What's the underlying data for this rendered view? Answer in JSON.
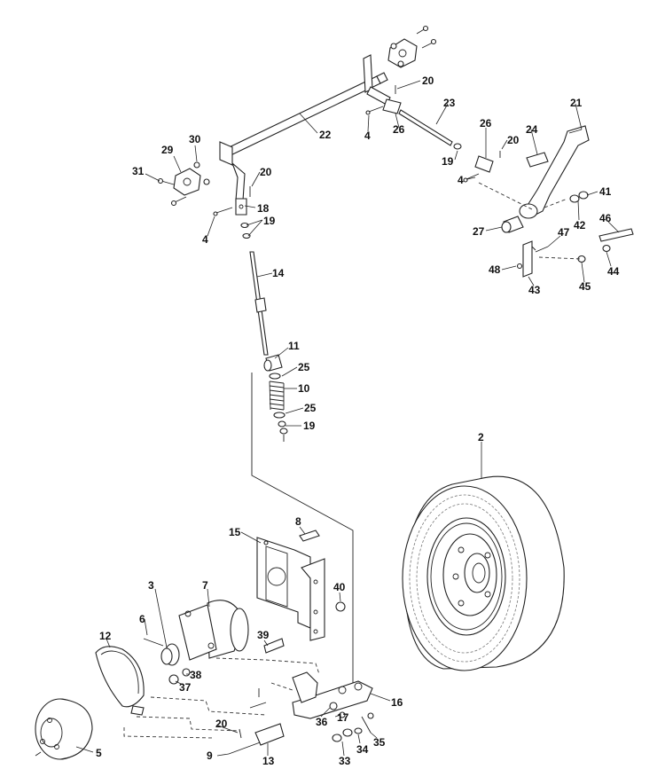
{
  "diagram": {
    "parts": [
      {
        "key": "p2",
        "number": "2"
      },
      {
        "key": "p3",
        "number": "3"
      },
      {
        "key": "p4a",
        "number": "4"
      },
      {
        "key": "p4b",
        "number": "4"
      },
      {
        "key": "p4c",
        "number": "4"
      },
      {
        "key": "p5",
        "number": "5"
      },
      {
        "key": "p6",
        "number": "6"
      },
      {
        "key": "p7",
        "number": "7"
      },
      {
        "key": "p8",
        "number": "8"
      },
      {
        "key": "p9",
        "number": "9"
      },
      {
        "key": "p10",
        "number": "10"
      },
      {
        "key": "p11",
        "number": "11"
      },
      {
        "key": "p12",
        "number": "12"
      },
      {
        "key": "p13",
        "number": "13"
      },
      {
        "key": "p14",
        "number": "14"
      },
      {
        "key": "p15",
        "number": "15"
      },
      {
        "key": "p16",
        "number": "16"
      },
      {
        "key": "p17",
        "number": "17"
      },
      {
        "key": "p18",
        "number": "18"
      },
      {
        "key": "p19a",
        "number": "19"
      },
      {
        "key": "p19b",
        "number": "19"
      },
      {
        "key": "p19c",
        "number": "19"
      },
      {
        "key": "p20a",
        "number": "20"
      },
      {
        "key": "p20b",
        "number": "20"
      },
      {
        "key": "p20c",
        "number": "20"
      },
      {
        "key": "p20d",
        "number": "20"
      },
      {
        "key": "p21",
        "number": "21"
      },
      {
        "key": "p22",
        "number": "22"
      },
      {
        "key": "p23",
        "number": "23"
      },
      {
        "key": "p24",
        "number": "24"
      },
      {
        "key": "p25a",
        "number": "25"
      },
      {
        "key": "p25b",
        "number": "25"
      },
      {
        "key": "p26a",
        "number": "26"
      },
      {
        "key": "p26b",
        "number": "26"
      },
      {
        "key": "p27",
        "number": "27"
      },
      {
        "key": "p29",
        "number": "29"
      },
      {
        "key": "p30",
        "number": "30"
      },
      {
        "key": "p31",
        "number": "31"
      },
      {
        "key": "p33",
        "number": "33"
      },
      {
        "key": "p34",
        "number": "34"
      },
      {
        "key": "p35",
        "number": "35"
      },
      {
        "key": "p36",
        "number": "36"
      },
      {
        "key": "p37",
        "number": "37"
      },
      {
        "key": "p38",
        "number": "38"
      },
      {
        "key": "p39",
        "number": "39"
      },
      {
        "key": "p40",
        "number": "40"
      },
      {
        "key": "p41",
        "number": "41"
      },
      {
        "key": "p42",
        "number": "42"
      },
      {
        "key": "p43",
        "number": "43"
      },
      {
        "key": "p44",
        "number": "44"
      },
      {
        "key": "p45",
        "number": "45"
      },
      {
        "key": "p46",
        "number": "46"
      },
      {
        "key": "p47",
        "number": "47"
      },
      {
        "key": "p48",
        "number": "48"
      }
    ]
  }
}
